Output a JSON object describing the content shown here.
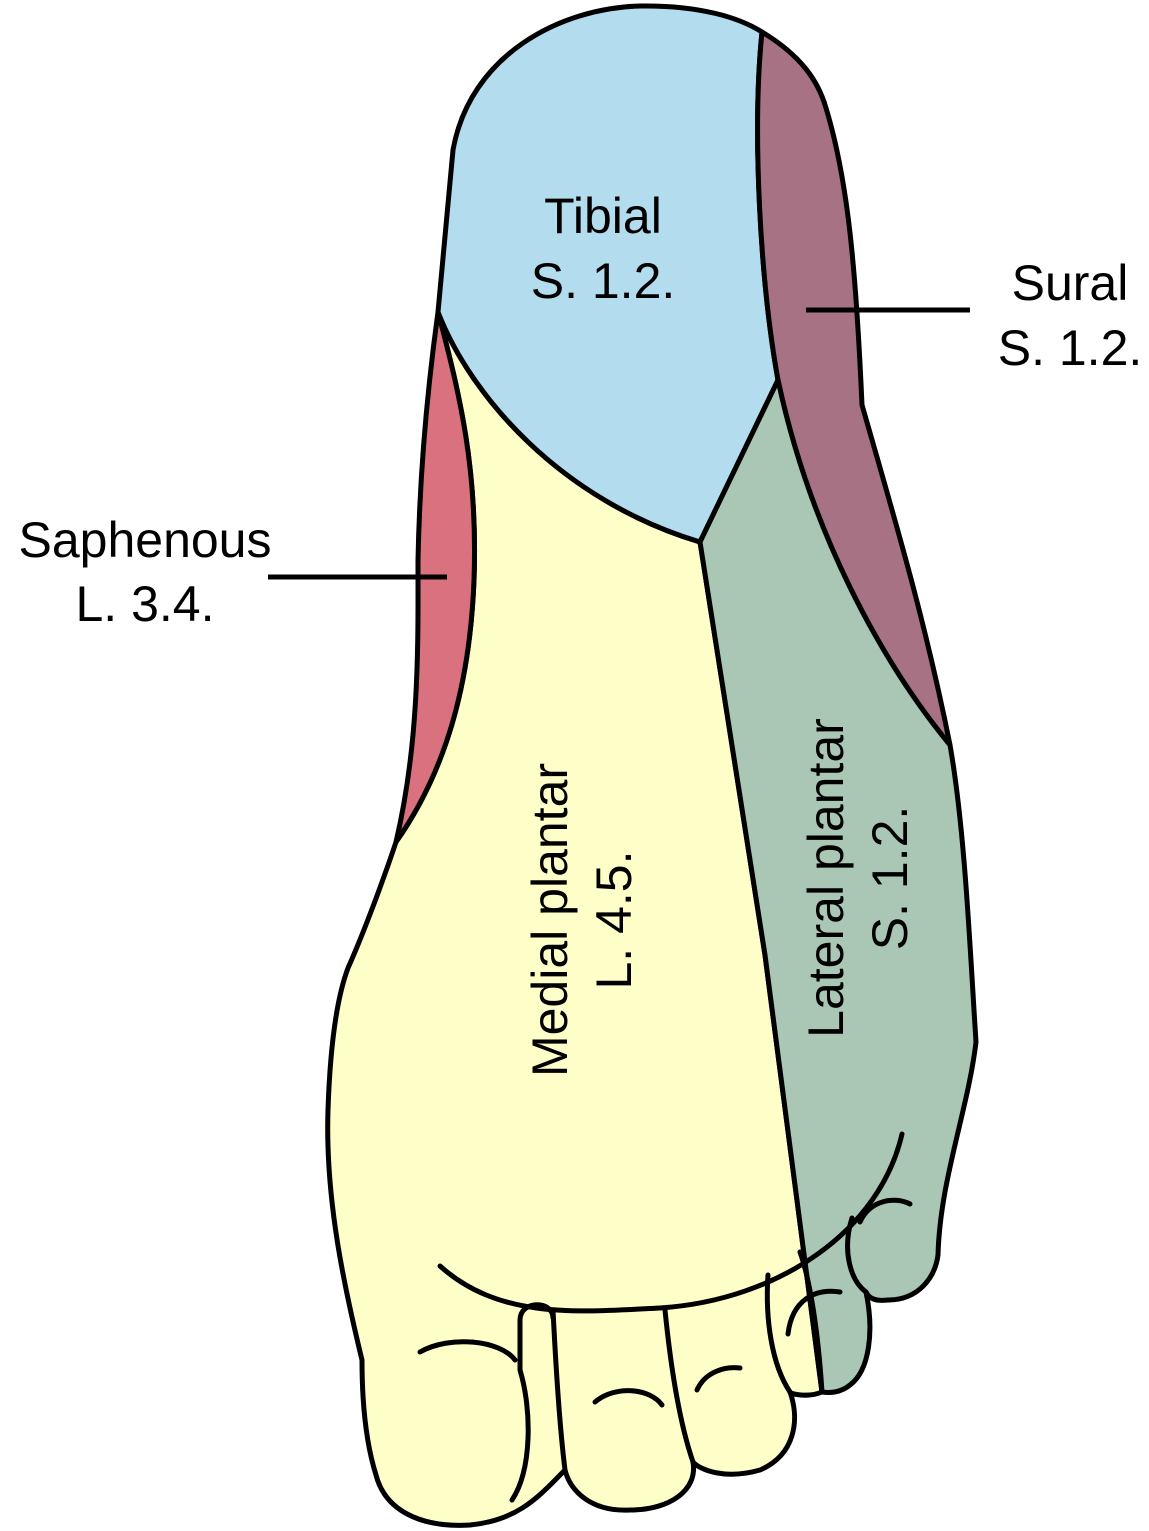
{
  "regions": {
    "tibial": {
      "name": "Tibial",
      "segments": "S. 1.2.",
      "color": "#b3dcef"
    },
    "sural": {
      "name": "Sural",
      "segments": "S. 1.2.",
      "color": "#a77384"
    },
    "saphenous": {
      "name": "Saphenous",
      "segments": "L. 3.4.",
      "color": "#d9717f"
    },
    "medial_plantar": {
      "name": "Medial plantar",
      "segments": "L. 4.5.",
      "color": "#fefec8"
    },
    "lateral_plantar": {
      "name": "Lateral plantar",
      "segments": "S. 1.2.",
      "color": "#aac7b5"
    }
  },
  "outline_color": "#000000"
}
